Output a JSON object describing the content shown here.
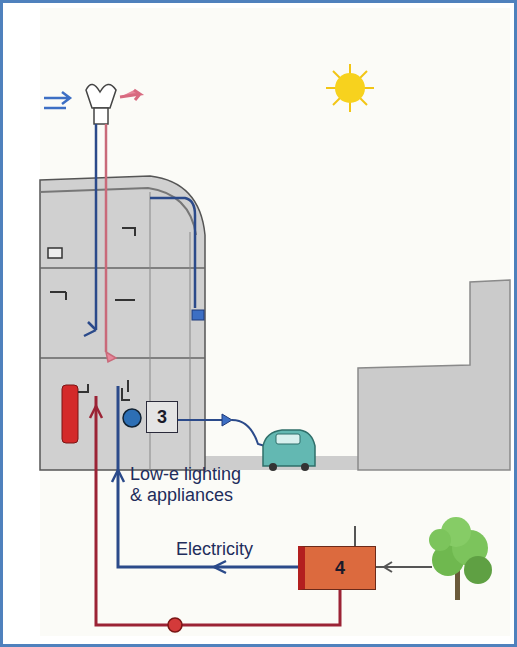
{
  "diagram": {
    "nodes": [
      {
        "text": [
          "3"
        ]
      },
      {
        "text": [
          "4"
        ]
      }
    ],
    "labels": [
      "Low-e lighting & appliances",
      "Electricity"
    ]
  }
}
